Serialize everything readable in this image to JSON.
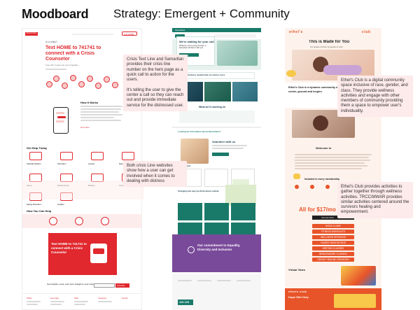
{
  "header": {
    "title": "Moodboard",
    "subtitle": "Strategy: Emergent + Community"
  },
  "notes": {
    "crisis_number": "Crisis Text Line and Samaritan provides their crisis line number on the hero page as a quick call to action for the users.\n\nIt's telling the user to give the center a call so they can reach out and provide immediate service for the distressed user.",
    "crisis_involve": "Both crisis Line websites show how a user can get involved when it comes to dealing with distress",
    "ethel_space": "Ethel's Club is a digital community space inclusive of race, gender, and class. They provide wellness activities and engage with other members of community providing them a space to empower user's individuality.",
    "ethel_activities": "Ethel's Club provides activities to gather together through wellness activities. TRCC/MWAR provides similar activities centered around the survivors healing and empowerment."
  },
  "crisis_site": {
    "logo": "crisis text line",
    "nav_button": "Text HOME",
    "kicker": "In a crisis?",
    "hero_line1": "Text HOME to 741741 to",
    "hero_line2": "connect with a Crisis",
    "hero_line3": "Counselor",
    "hero_small": "Free 24/7 support at your fingertips.",
    "how_heading": "How It Works",
    "how_link": "Text Here",
    "help_heading": "Get Help Today",
    "topics": [
      "Suicidal Ideation",
      "Self-Harm",
      "Anxiety",
      "Depression",
      "Abuse",
      "Relationships",
      "Bullying",
      "Grief",
      "Eating Disorders",
      "Isolation"
    ],
    "can_help_heading": "How You Can Help",
    "cta_line1": "Text HOME to 741741 to",
    "cta_line2": "connect with a Crisis",
    "cta_line3": "Counselor",
    "footer_news": "Get insights, news, and more straight to your inbox.",
    "subscribe": "Subscribe",
    "footer_cols": [
      "What",
      "Get Help",
      "Who",
      "Investors",
      "Social"
    ]
  },
  "community_site": {
    "top_tag": "Samaritans",
    "hero_heading": "We're waiting for your call",
    "hero_tagline": "Whatever you're going through, a Samaritan will face it with you.",
    "hero_number": "116 123",
    "banner": "Talk: volunteers needed help our centres close",
    "working_on": "What we're working on",
    "find_info": "Looking for information about Samaritans?",
    "volunteer": "Volunteer with us",
    "involved": "Get involved",
    "latest": "Changing the way we think about suicide",
    "commitment": "Our commitment to Equality, Diversity and Inclusion",
    "footer_number": "116 123"
  },
  "ethel_site": {
    "brand_left": "ethel's",
    "brand_right": "club",
    "made_for_you": "This is Made for You",
    "made_sub": "For people of color, by people of color.",
    "community_intro": "Ethel's Club is a dynamic community made to center, ground and inspire.",
    "welcome": "Welcome In",
    "included": "Included in every membership",
    "price": "All for $17/mo",
    "button": "Join the Club",
    "activities": [
      "BOOK CLUBS",
      "FITNESS WORKOUTS",
      "WELLNESS SESSIONS",
      "GUIDED MEDITATIONS",
      "WRITING CLASSES",
      "BREATHWORK CLASSES",
      "GROUP HEALING SESSIONS"
    ],
    "virtual": "Virtual Vibes",
    "dope": "Dope Shit Only",
    "footer_brand": "ethels club"
  },
  "colors": {
    "crisis_red": "#e0282e",
    "samaritans_green": "#1a7a6a",
    "samaritans_purple": "#7a4a9a",
    "ethel_orange": "#e8542a",
    "ethel_cream": "#fdf3ec",
    "note_pink": "#fdeaea"
  }
}
